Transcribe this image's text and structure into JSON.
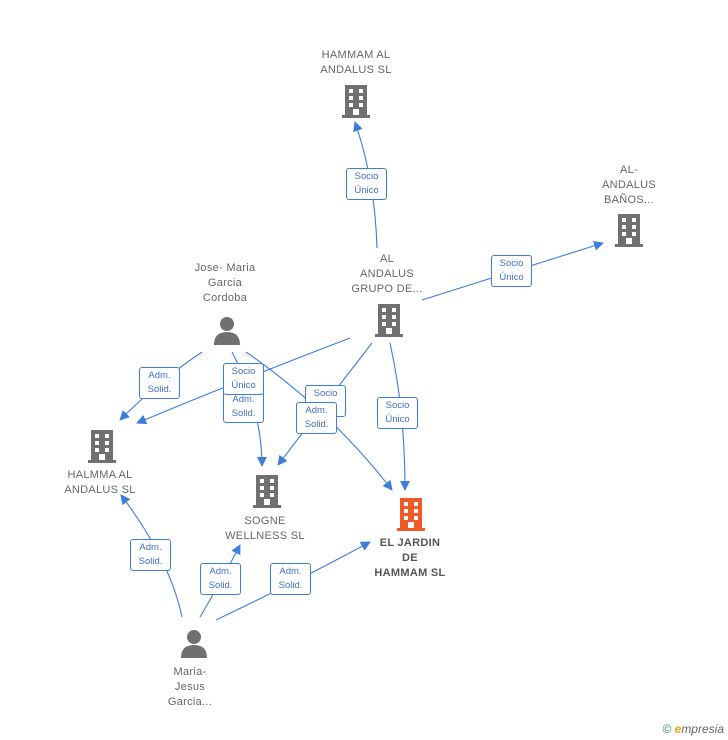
{
  "colors": {
    "edge": "#3d7ddb",
    "company": "#707070",
    "company_focus": "#f05a28",
    "person": "#707070"
  },
  "nodes": {
    "hammam_al_andalus": {
      "label": "HAMMAM AL\nANDALUS  SL",
      "icon": "building-icon"
    },
    "al_andalus_banos": {
      "label": "AL-\nANDALUS\nBAÑOS...",
      "icon": "building-icon"
    },
    "al_andalus_grupo": {
      "label": "AL\nANDALUS\nGRUPO DE...",
      "icon": "building-icon"
    },
    "jose_maria": {
      "label": "Jose- Maria\nGarcia\nCordoba",
      "icon": "person-icon"
    },
    "halmma": {
      "label": "HALMMA AL\nANDALUS  SL",
      "icon": "building-icon"
    },
    "sogne": {
      "label": "SOGNE\nWELLNESS  SL",
      "icon": "building-icon"
    },
    "el_jardin": {
      "label": "EL  JARDIN\nDE\nHAMMAM  SL",
      "icon": "building-icon"
    },
    "maria_jesus": {
      "label": "Maria-\nJesus\nGarcia...",
      "icon": "person-icon"
    }
  },
  "edge_labels": {
    "grupo_hammam": "Socio\nÚnico",
    "grupo_banos": "Socio\nÚnico",
    "grupo_jardin": "Socio\nÚnico",
    "grupo_sogne": "Socio\nÚnico",
    "grupo_halmma": "Socio",
    "jose_halmma": "Adm.\nSolid.",
    "jose_sogne": "Adm.\nSolid.",
    "jose_jardin": "Adm.\nSolid.",
    "maria_halmma": "Adm.\nSolid.",
    "maria_sogne": "Adm.\nSolid.",
    "maria_jardin": "Adm.\nSolid."
  },
  "footer": {
    "copyright": "©",
    "brand_e": "e",
    "brand_rest": "mpresia"
  }
}
